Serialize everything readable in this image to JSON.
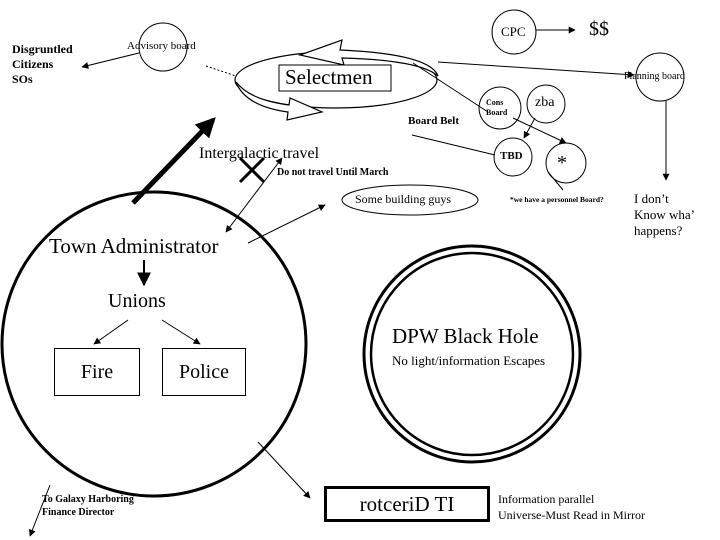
{
  "nodes": {
    "disgruntled_line1": "Disgruntled",
    "disgruntled_line2": "Citizens",
    "disgruntled_line3": "SOs",
    "advisory_board": "Advisory board",
    "selectmen": "Selectmen",
    "cpc": "CPC",
    "money": "$$",
    "planning_board": "Planning board",
    "cons_board_line1": "Cons",
    "cons_board_line2": "Board",
    "zba": "zba",
    "board_belt": "Board Belt",
    "tbd": "TBD",
    "star": "*",
    "intergalactic_travel": "Intergalactic travel",
    "do_not_travel": "Do not travel Until March",
    "building_guys": "Some building guys",
    "personnel_board": "*we have a personnel Board?",
    "dont_know_line1": "I don’t",
    "dont_know_line2": "Know wha’",
    "dont_know_line3": "happens?",
    "town_administrator": "Town Administrator",
    "unions": "Unions",
    "fire": "Fire",
    "police": "Police",
    "dpw_black_hole": "DPW Black Hole",
    "no_light": "No light/information Escapes",
    "galaxy_line1": "To Galaxy Harboring",
    "galaxy_line2": "Finance Director",
    "it_director": "rotceriD TI",
    "parallel_line1": "Information parallel",
    "parallel_line2": "Universe-Must Read in Mirror"
  }
}
